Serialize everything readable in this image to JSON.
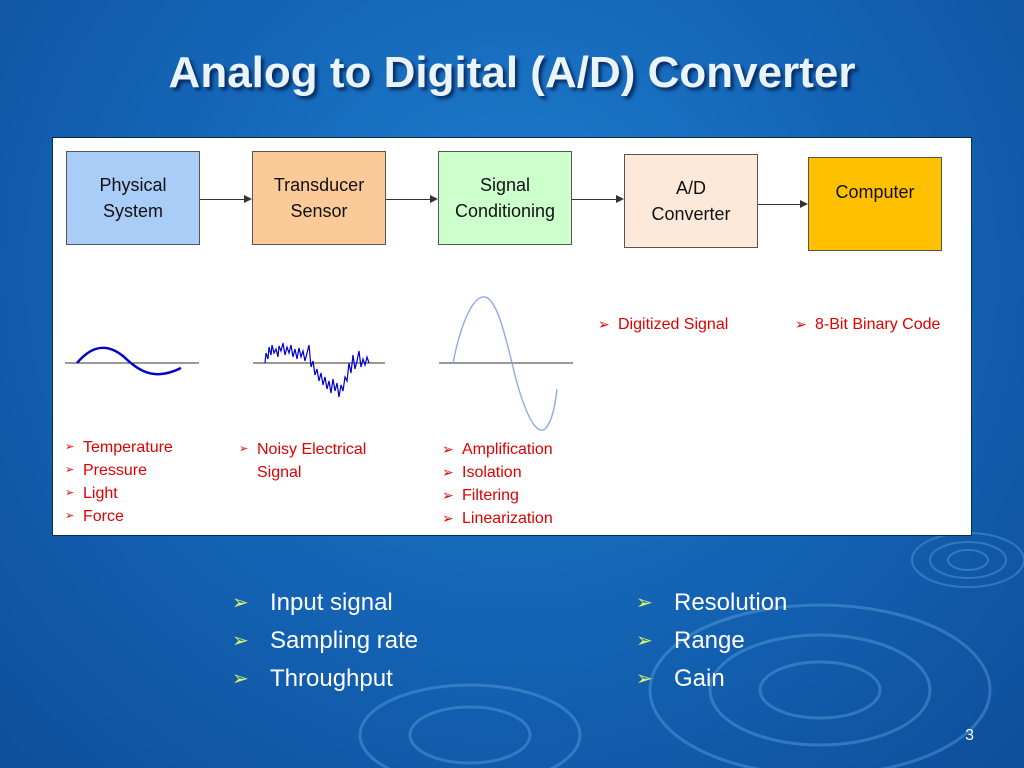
{
  "slide": {
    "title": "Analog to Digital (A/D) Converter",
    "page_number": "3"
  },
  "diagram": {
    "blocks": [
      {
        "line1": "Physical",
        "line2": "System",
        "color": "#a9cdf7"
      },
      {
        "line1": "Transducer",
        "line2": "Sensor",
        "color": "#fcc999"
      },
      {
        "line1": "Signal",
        "line2": "Conditioning",
        "color": "#ccffcc"
      },
      {
        "line1": "A/D",
        "line2": "Converter",
        "color": "#fde9d9"
      },
      {
        "line1": "Computer",
        "line2": "",
        "color": "#ffc000"
      }
    ],
    "physical_list": [
      "Temperature",
      "Pressure",
      "Light",
      "Force"
    ],
    "transducer_list": [
      "Noisy Electrical",
      "Signal"
    ],
    "conditioning_list": [
      "Amplification",
      "Isolation",
      "Filtering",
      "Linearization"
    ],
    "ad_note": "Digitized Signal",
    "computer_note": "8-Bit Binary Code"
  },
  "bullets": {
    "left": [
      "Input signal",
      "Sampling rate",
      "Throughput"
    ],
    "right": [
      "Resolution",
      "Range",
      "Gain"
    ]
  },
  "colors": {
    "wave_blue": "#0000c8",
    "wave_light": "#8fa8e8",
    "note_red": "#e00000",
    "bullet_arrow": "#d9f56a"
  }
}
